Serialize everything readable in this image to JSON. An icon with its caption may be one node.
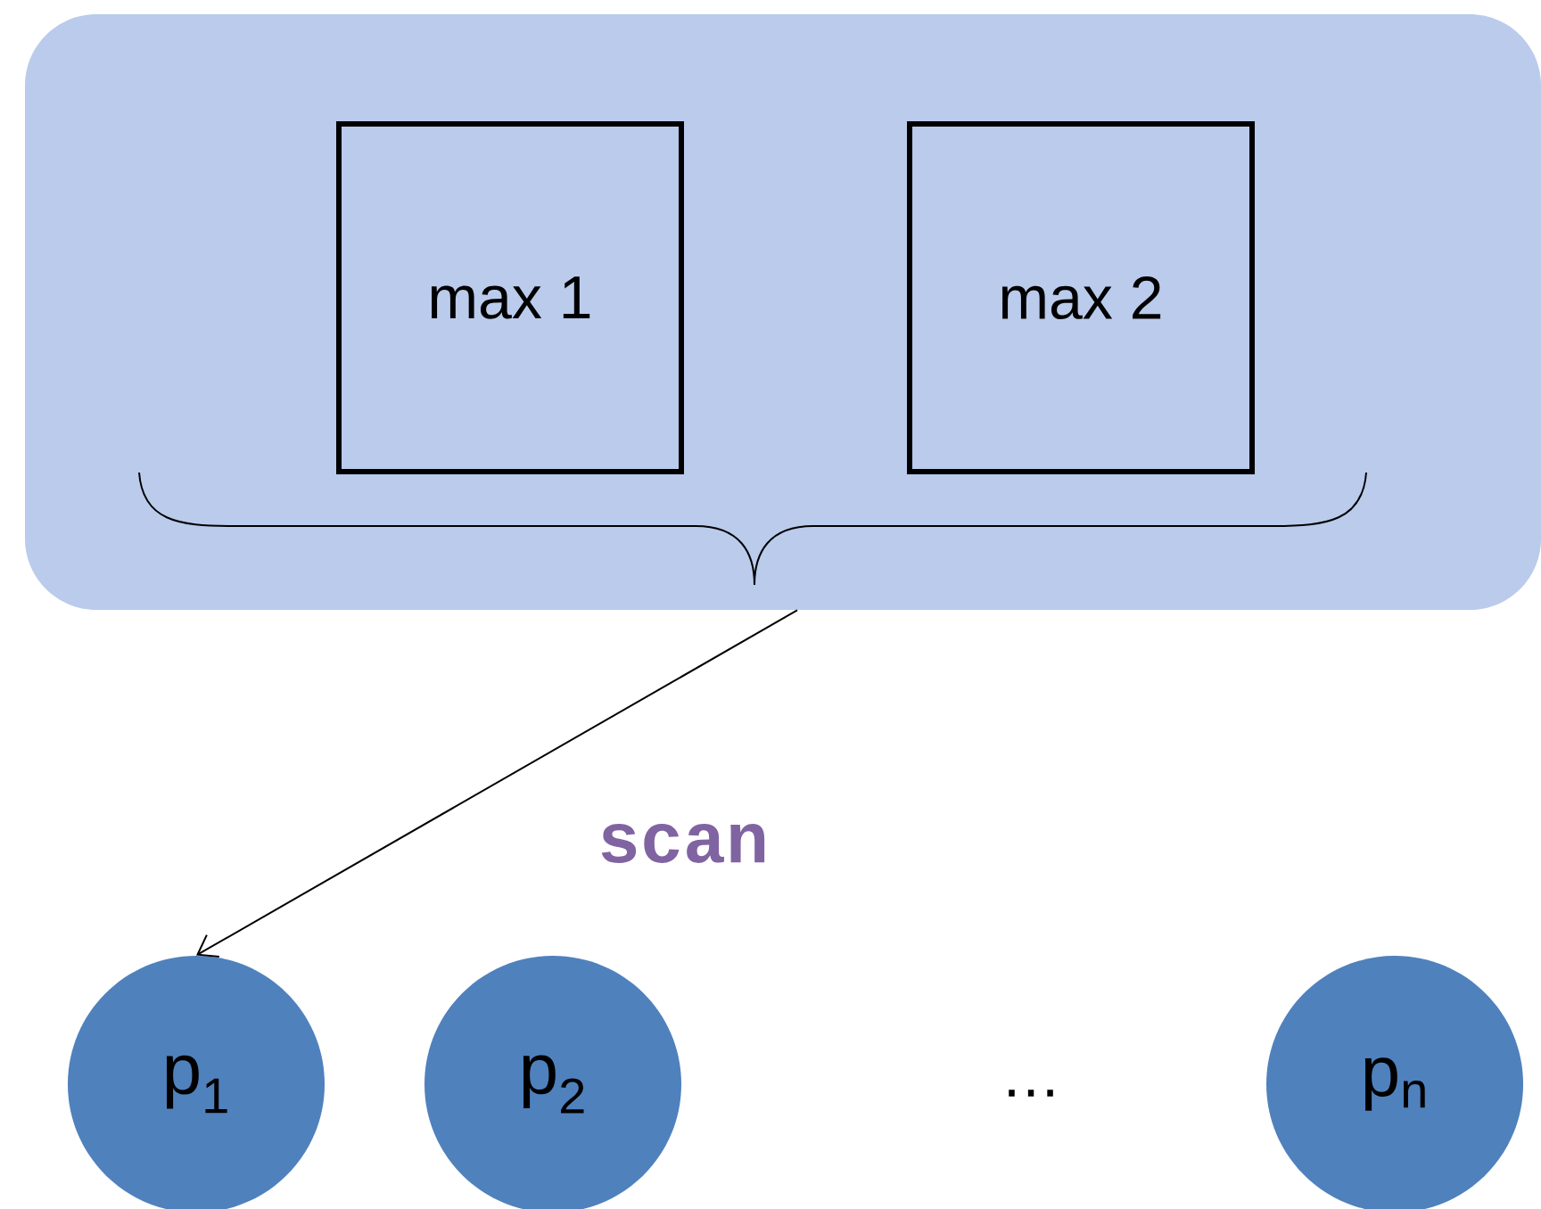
{
  "diagram": {
    "nodes": [
      {
        "text": [],
        "shape": "box"
      },
      {
        "text": [
          "max 1"
        ],
        "in": 0
      },
      {
        "text": [
          "max 2"
        ],
        "in": 0
      },
      {
        "text": [
          "p$_{1}$"
        ]
      },
      {
        "text": [
          "p$_{2}$"
        ]
      },
      {
        "text": [
          "p$_{n}$"
        ]
      }
    ],
    "edges": [
      {
        "from": 0,
        "to": 3,
        "arrow": "to",
        "label": "scan"
      }
    ],
    "labels": [
      "…"
    ]
  }
}
